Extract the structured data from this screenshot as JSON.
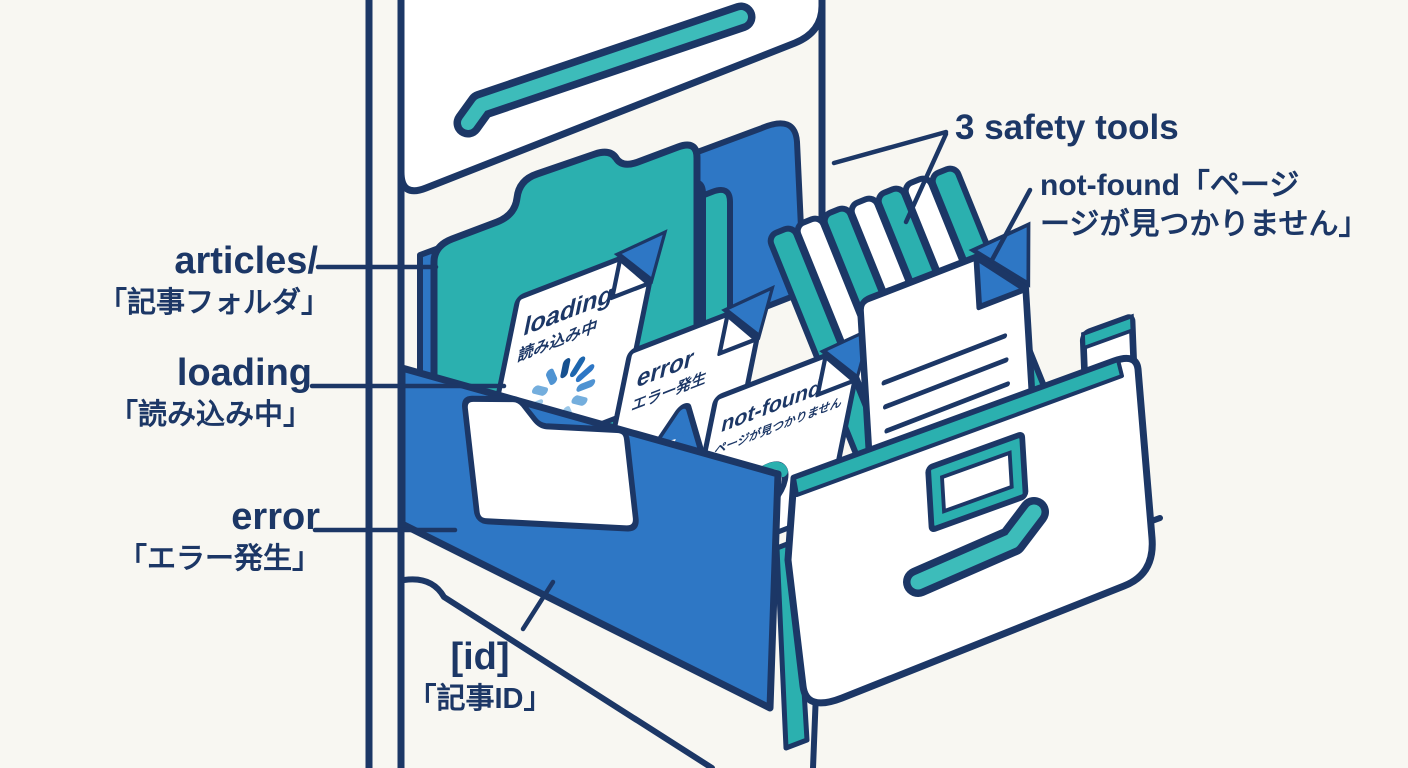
{
  "colors": {
    "outline_navy": "#1c3766",
    "drawer_blue": "#2e77c5",
    "folder_teal": "#2bb0af",
    "background": "#f8f7f2"
  },
  "annotations": {
    "articles": {
      "name": "articles/",
      "desc": "「記事フォルダ」"
    },
    "loading": {
      "name": "loading",
      "desc": "「読み込み中」"
    },
    "error": {
      "name": "error",
      "desc": "「エラー発生」"
    },
    "id": {
      "name": "[id]",
      "desc": "「記事ID」"
    },
    "safety_tools": {
      "name": "3 safety tools"
    },
    "not_found": {
      "line1": "not-found「ページ",
      "line2": "ージが見つかりません」"
    }
  },
  "cards": {
    "loading": {
      "title": "loading",
      "subtitle": "読み込み中",
      "icon": "spinner-icon"
    },
    "error": {
      "title": "error",
      "subtitle": "エラー発生",
      "icon": "warning-triangle-icon"
    },
    "not_found": {
      "title": "not-found",
      "subtitle": "ページが見つかりません",
      "icon": "magnifier-bolt-icon"
    }
  }
}
